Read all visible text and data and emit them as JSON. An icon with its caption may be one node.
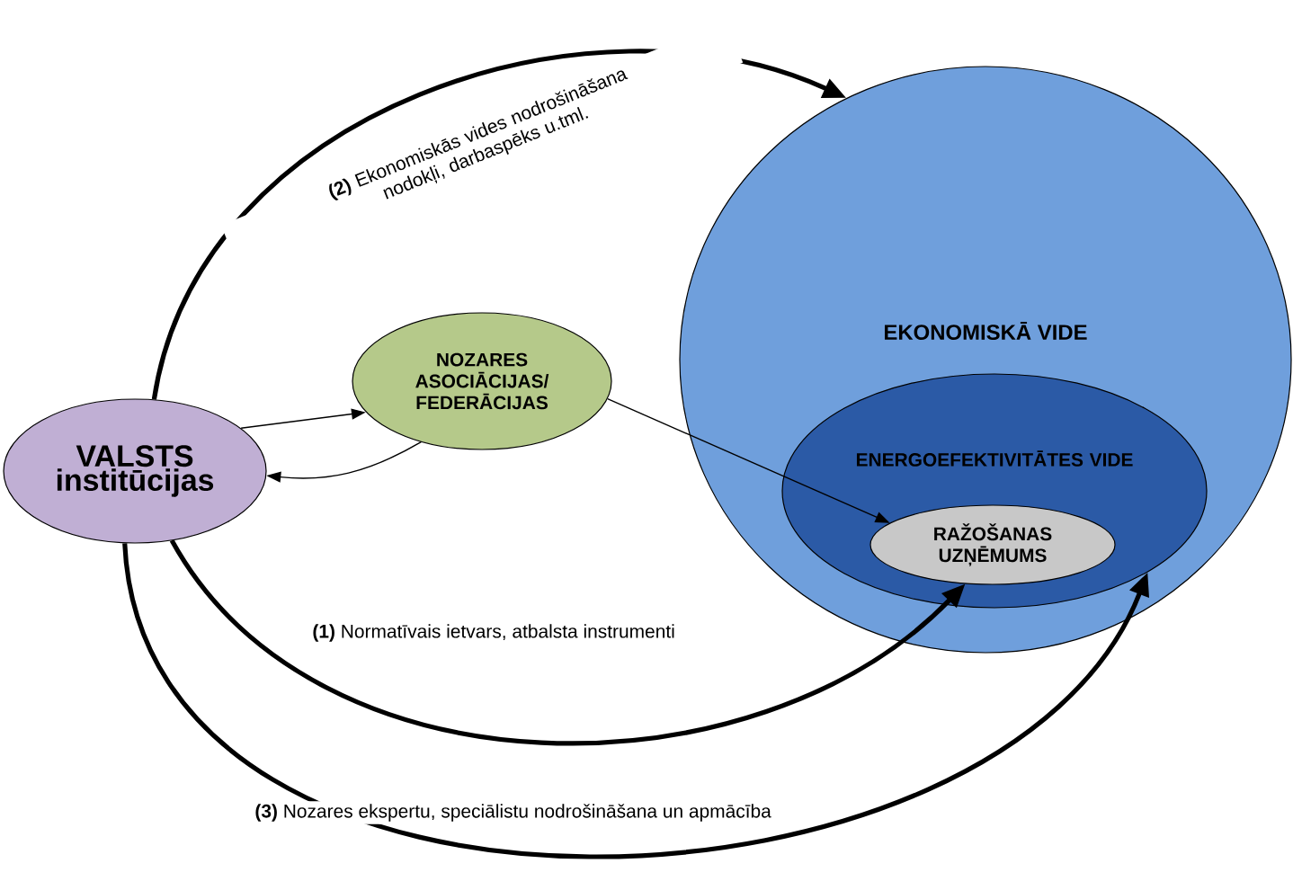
{
  "diagram": {
    "nodes": [
      {
        "text": [
          "VALSTS institūcijas"
        ]
      },
      {
        "text": [
          "NOZARES ASOCIĀCIJAS/ FEDERĀCIJAS"
        ]
      },
      {
        "text": [
          "EKONOMISKĀ VIDE"
        ]
      },
      {
        "text": [
          "ENERGOEFEKTIVITĀTES VIDE"
        ],
        "in": 2
      },
      {
        "text": [
          "RAŽOŠANAS UZŅĒMUMS"
        ],
        "in": 3
      }
    ],
    "edges": [
      {
        "from": 0,
        "to": 1,
        "arrow": "to"
      },
      {
        "from": 1,
        "to": 0,
        "arrow": "to"
      },
      {
        "from": 1,
        "to": 4,
        "arrow": "to"
      },
      {
        "from": 0,
        "to": 4,
        "arrow": "to",
        "style": "thick",
        "label": "**(1)** Normatīvais ietvars, atbalsta instrumenti"
      },
      {
        "from": 0,
        "to": 2,
        "arrow": "to",
        "style": "thick",
        "label": "**(2)** Ekonomiskās vides nodrošināšana nodokļi, darbaspēks u.tml."
      },
      {
        "from": 0,
        "to": 3,
        "arrow": "to",
        "style": "thick",
        "label": "**(3)** Nozares ekspertu, speciālistu nodrošināšana un apmācība"
      }
    ]
  }
}
